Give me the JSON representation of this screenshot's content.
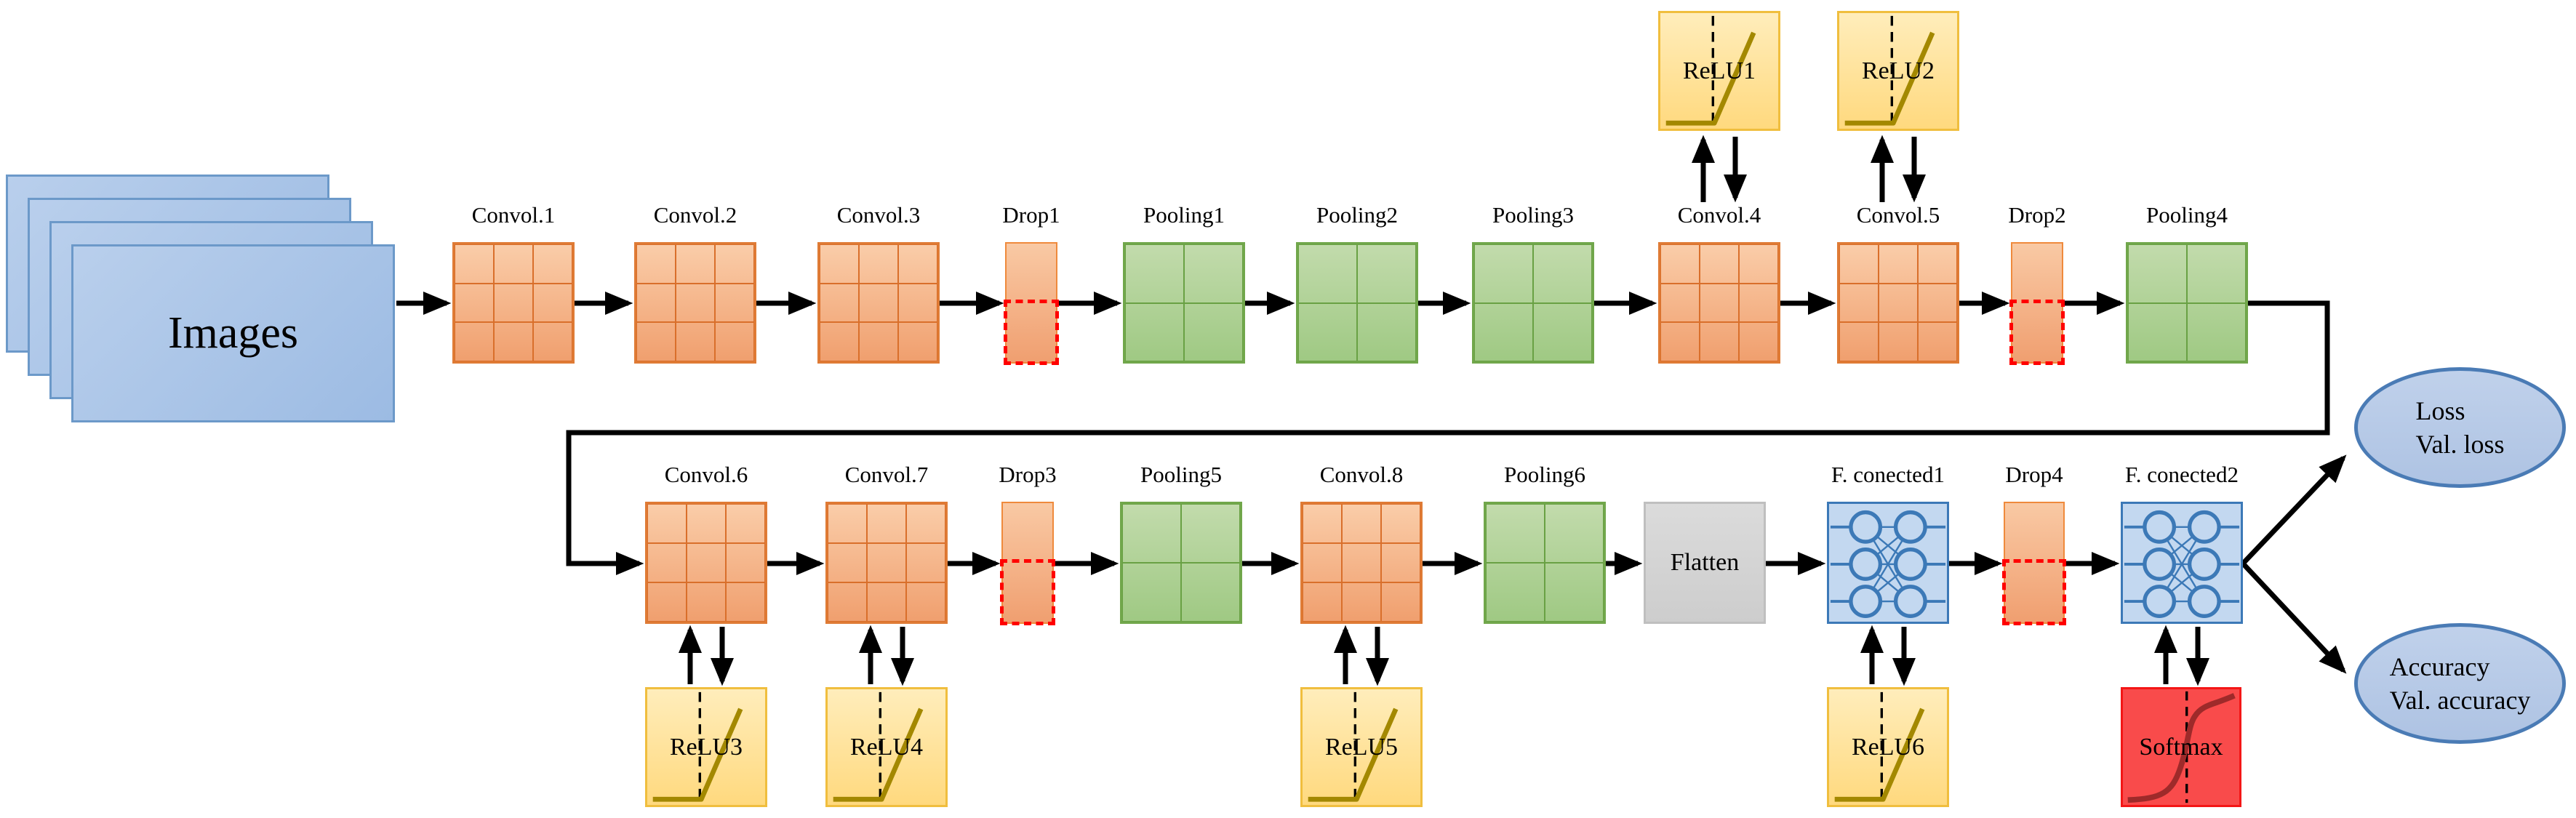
{
  "diagram": {
    "input": {
      "label": "Images"
    },
    "top_row": {
      "convol1": "Convol.1",
      "convol2": "Convol.2",
      "convol3": "Convol.3",
      "drop1": "Drop1",
      "pooling1": "Pooling1",
      "pooling2": "Pooling2",
      "pooling3": "Pooling3",
      "relu1": "ReLU1",
      "relu2": "ReLU2",
      "convol4": "Convol.4",
      "convol5": "Convol.5",
      "drop2": "Drop2",
      "pooling4": "Pooling4"
    },
    "bottom_row": {
      "convol6": "Convol.6",
      "convol7": "Convol.7",
      "drop3": "Drop3",
      "pooling5": "Pooling5",
      "convol8": "Convol.8",
      "pooling6": "Pooling6",
      "flatten": "Flatten",
      "fc1": "F. conected1",
      "drop4": "Drop4",
      "fc2": "F. conected2",
      "relu3": "ReLU3",
      "relu4": "ReLU4",
      "relu5": "ReLU5",
      "relu6": "ReLU6",
      "softmax": "Softmax"
    },
    "outputs": {
      "loss": {
        "line1": "Loss",
        "line2": "Val. loss"
      },
      "accuracy": {
        "line1": "Accuracy",
        "line2": "Val. accuracy"
      }
    },
    "colors": {
      "conv_fill": "#F6B98C",
      "conv_border": "#DF7B35",
      "pool_fill": "#B1D298",
      "pool_border": "#71A74B",
      "relu_fill": "#FFE39C",
      "relu_border": "#F0BE3E",
      "relu_curve": "#A38800",
      "drop_dash": "#FF0000",
      "softmax_fill": "#F94B4B",
      "softmax_border": "#F41616",
      "softmax_curve": "#9E2A2A",
      "flatten_fill": "#D5D5D5",
      "fc_fill": "#C3D8F0",
      "fc_stroke": "#3C79B7",
      "input_fill": "#A9C6E9",
      "input_border": "#6C99C9",
      "ellipse_fill": "#B7C9E7",
      "ellipse_border": "#4A7BB5",
      "arrow": "#000000"
    }
  }
}
